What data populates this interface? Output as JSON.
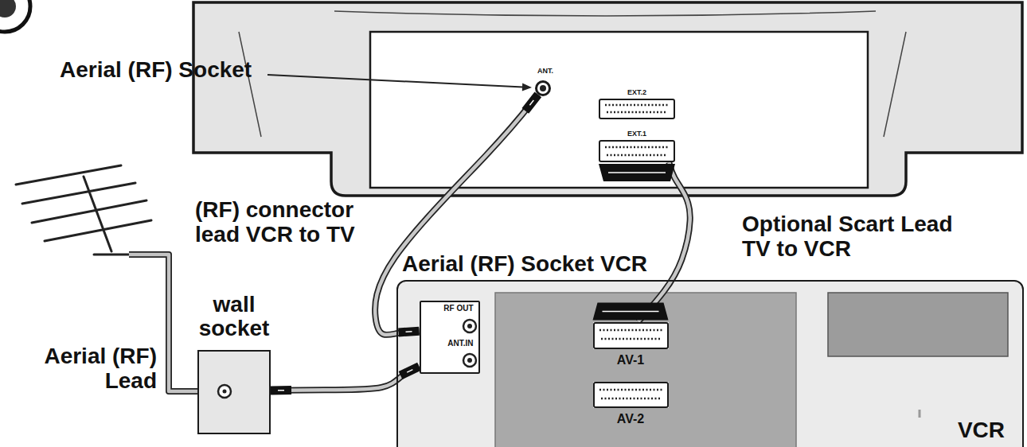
{
  "diagram": {
    "nodes": [
      {
        "text": [
          "ANT."
        ]
      },
      {
        "text": [
          "EXT.2"
        ]
      },
      {
        "text": [
          "EXT.1"
        ]
      },
      {
        "text": [
          "wall socket"
        ]
      },
      {
        "text": [
          "VCR"
        ]
      },
      {
        "text": [
          "RF OUT",
          "ANT.IN"
        ],
        "in": 4
      },
      {
        "text": [
          "AV-1"
        ],
        "in": 4
      },
      {
        "text": [
          "AV-2"
        ],
        "in": 4
      }
    ],
    "edges": [
      {
        "from": 5,
        "to": 0,
        "arrow": "none"
      },
      {
        "from": 3,
        "to": 5,
        "arrow": "none"
      },
      {
        "from": 2,
        "to": 6,
        "arrow": "none"
      }
    ],
    "labels": [
      "Aerial (RF) Socket",
      "(RF) connector lead VCR to TV",
      "Aerial (RF) Socket VCR",
      "Optional Scart Lead TV to VCR",
      "Aerial (RF) Lead"
    ]
  }
}
